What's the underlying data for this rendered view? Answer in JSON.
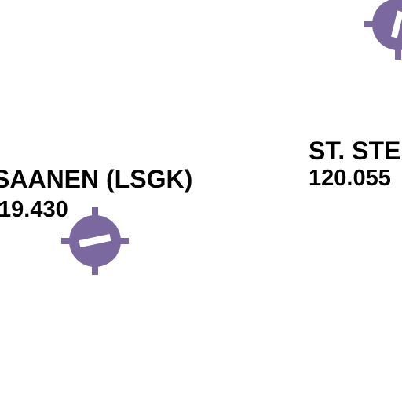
{
  "colors": {
    "airfield_marker": "#7b689f",
    "runway_bar": "#ffffff",
    "label_text": "#000000",
    "background": "#ffffff"
  },
  "airfields": [
    {
      "name": "SAANEN (LSGK)",
      "frequency": "19.430",
      "marker_icon": "airfield-marker-icon"
    },
    {
      "name": "ST. STE",
      "frequency": "120.055",
      "marker_icon": "airfield-marker-icon"
    }
  ]
}
